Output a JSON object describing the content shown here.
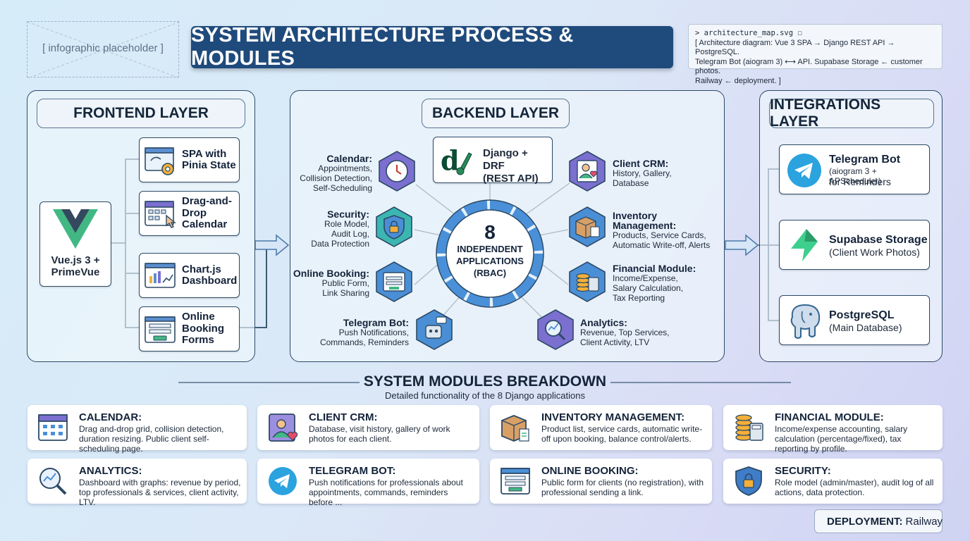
{
  "header": {
    "placeholder": "[ infographic placeholder ]",
    "title": "SYSTEM ARCHITECTURE PROCESS & MODULES",
    "code_cmd": "> architecture_map.svg ☐",
    "code_lines": [
      "[ Architecture diagram: Vue 3 SPA → Django REST API → PostgreSQL.",
      "Telegram Bot (aiogram 3) ⟷ API. Supabase Storage ← customer photos.",
      "Railway ← deployment. ]"
    ]
  },
  "frontend": {
    "title": "FRONTEND LAYER",
    "main_label_1": "Vue.js 3 +",
    "main_label_2": "PrimeVue",
    "cards": [
      {
        "l1": "SPA with",
        "l2": "Pinia State",
        "l3": ""
      },
      {
        "l1": "Drag-and-",
        "l2": "Drop",
        "l3": "Calendar"
      },
      {
        "l1": "Chart.js",
        "l2": "Dashboard",
        "l3": ""
      },
      {
        "l1": "Online",
        "l2": "Booking",
        "l3": "Forms"
      }
    ]
  },
  "backend": {
    "title": "BACKEND LAYER",
    "django_1": "Django + DRF",
    "django_2": "(REST API)",
    "center_num": "8",
    "center_1": "INDEPENDENT",
    "center_2": "APPLICATIONS",
    "center_3": "(RBAC)",
    "modules": {
      "calendar": {
        "title": "Calendar:",
        "lines": [
          "Appointments,",
          "Collision Detection,",
          "Self-Scheduling"
        ]
      },
      "security": {
        "title": "Security:",
        "lines": [
          "Role Model,",
          "Audit Log,",
          "Data Protection"
        ]
      },
      "booking": {
        "title": "Online Booking:",
        "lines": [
          "Public Form,",
          "Link Sharing"
        ]
      },
      "telegram": {
        "title": "Telegram Bot:",
        "lines": [
          "Push Notifications,",
          "Commands, Reminders"
        ]
      },
      "crm": {
        "title": "Client CRM:",
        "lines": [
          "History, Gallery,",
          "Database"
        ]
      },
      "inventory": {
        "title": "Inventory Management:",
        "lines": [
          "Products, Service Cards,",
          "Automatic Write-off, Alerts"
        ]
      },
      "financial": {
        "title": "Financial Module:",
        "lines": [
          "Income/Expense,",
          "Salary Calculation,",
          "Tax Reporting"
        ]
      },
      "analytics": {
        "title": "Analytics:",
        "lines": [
          "Revenue, Top Services,",
          "Client Activity, LTV"
        ]
      }
    }
  },
  "integrations": {
    "title": "INTEGRATIONS LAYER",
    "cards": [
      {
        "title": "Telegram Bot",
        "l1": "(aiogram 3 + APScheduler)",
        "l2": "for Reminders"
      },
      {
        "title": "Supabase Storage",
        "l1": "(Client Work Photos)",
        "l2": ""
      },
      {
        "title": "PostgreSQL",
        "l1": "(Main Database)",
        "l2": ""
      }
    ]
  },
  "breakdown": {
    "title": "SYSTEM MODULES BREAKDOWN",
    "subtitle": "Detailed functionality of the 8 Django applications",
    "cards": [
      {
        "h": "CALENDAR:",
        "d": "Drag and-drop grid, collision detection, duration resizing. Public client self-scheduling page."
      },
      {
        "h": "CLIENT CRM:",
        "d": "Database, visit history, gallery of work photos for each client."
      },
      {
        "h": "INVENTORY MANAGEMENT:",
        "d": "Product list, service cards, automatic write-off upon booking, balance control/alerts."
      },
      {
        "h": "FINANCIAL MODULE:",
        "d": "Income/expense accounting, salary calculation (percentage/fixed), tax reporting by profile."
      },
      {
        "h": "ANALYTICS:",
        "d": "Dashboard with graphs: revenue by period, top professionals & services, client activity, LTV."
      },
      {
        "h": "TELEGRAM BOT:",
        "d": "Push notifications for professionals about appointments, commands, reminders before ..."
      },
      {
        "h": "ONLINE BOOKING:",
        "d": "Public form for clients (no registration), with professional sending a link."
      },
      {
        "h": "SECURITY:",
        "d": "Role model (admin/master), audit log of all actions, data protection."
      }
    ]
  },
  "deployment": {
    "label": "DEPLOYMENT:",
    "value": "Railway"
  },
  "colors": {
    "banner": "#1f4a7c",
    "ring": "#4a90d9",
    "ring_dark": "#2f6fb5",
    "hex_purple": "#7b6fd0",
    "hex_blue": "#4a8fd6",
    "hex_teal": "#3bb6b0"
  }
}
